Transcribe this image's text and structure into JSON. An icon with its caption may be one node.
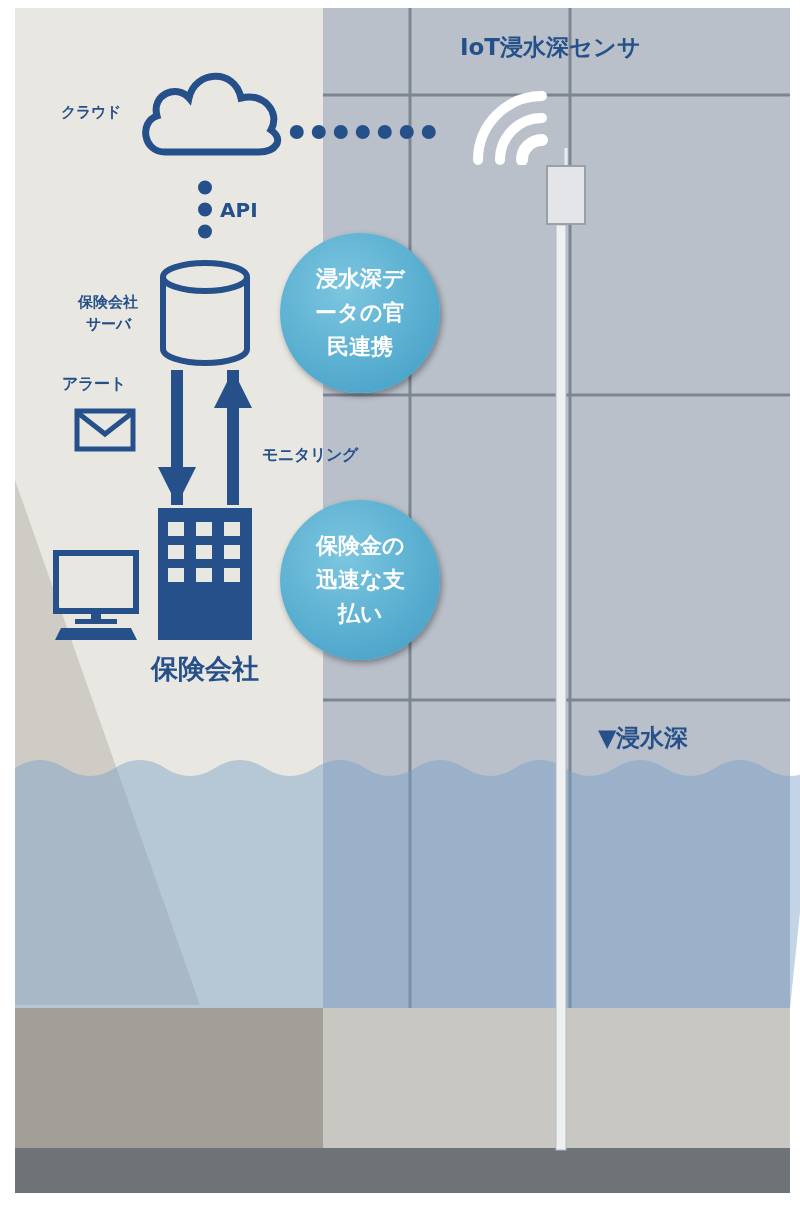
{
  "diagram": {
    "nodes": [
      {
        "text": [
          "クラウド"
        ]
      },
      {
        "text": [
          "保険会社サーバ"
        ]
      },
      {
        "text": [
          "IoT浸水深センサ"
        ]
      },
      {
        "text": [
          "保険会社"
        ]
      },
      {
        "text": [
          "浸水深データの官民連携"
        ]
      },
      {
        "text": [
          "保険金の迅速な支払い"
        ]
      }
    ],
    "edges": [
      {
        "from": 0,
        "to": 2,
        "arrow": "none",
        "style": "dashed"
      },
      {
        "from": 0,
        "to": 1,
        "arrow": "none",
        "style": "dashed",
        "label": "API"
      },
      {
        "from": 1,
        "to": 3,
        "arrow": "to",
        "label": "アラート"
      },
      {
        "from": 3,
        "to": 1,
        "arrow": "to",
        "label": "モニタリング"
      }
    ],
    "labels": [
      "▼浸水深"
    ]
  }
}
